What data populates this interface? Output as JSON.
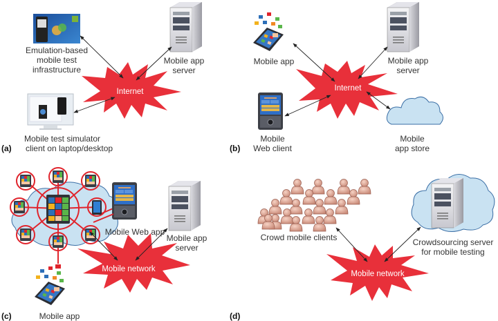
{
  "figure": {
    "colors": {
      "burst": "#e8303a",
      "cloud_fill": "#c9e2f2",
      "cloud_stroke": "#3a6ea5",
      "arrow": "#222222",
      "link_red": "#e0242c",
      "label": "#333333"
    },
    "panels": [
      {
        "id": "a",
        "tag": "(a)",
        "hub": "Internet",
        "nodes": [
          {
            "icon": "emulator-screen-icon",
            "label_lines": [
              "Emulation-based",
              "mobile test",
              "infrastructure"
            ]
          },
          {
            "icon": "server-icon",
            "label_lines": [
              "Mobile app",
              "server"
            ]
          },
          {
            "icon": "desktop-monitor-icon",
            "label_lines": [
              "Mobile test simulator",
              "client on laptop/desktop"
            ]
          }
        ]
      },
      {
        "id": "b",
        "tag": "(b)",
        "hub": "Internet",
        "nodes": [
          {
            "icon": "mobile-app-tablet-icon",
            "label_lines": [
              "Mobile app"
            ]
          },
          {
            "icon": "server-icon",
            "label_lines": [
              "Mobile app",
              "server"
            ]
          },
          {
            "icon": "mobile-web-device-icon",
            "label_lines": [
              "Mobile",
              "Web client"
            ]
          },
          {
            "icon": "cloud-icon",
            "label_lines": [
              "Mobile",
              "app store"
            ]
          }
        ]
      },
      {
        "id": "c",
        "tag": "(c)",
        "hub": "Mobile network",
        "nodes": [
          {
            "icon": "device-cloud-cluster-icon",
            "label_lines": []
          },
          {
            "icon": "mobile-web-device-icon",
            "label_lines": [
              "Mobile Web app"
            ]
          },
          {
            "icon": "server-icon",
            "label_lines": [
              "Mobile app",
              "server"
            ]
          },
          {
            "icon": "mobile-app-tablet-icon",
            "label_lines": [
              "Mobile app"
            ]
          }
        ]
      },
      {
        "id": "d",
        "tag": "(d)",
        "hub": "Mobile network",
        "nodes": [
          {
            "icon": "crowd-people-icon",
            "label_lines": [
              "Crowd mobile clients"
            ]
          },
          {
            "icon": "cloud-server-icon",
            "label_lines": [
              "Crowdsourcing server",
              "for mobile testing"
            ]
          }
        ]
      }
    ]
  }
}
